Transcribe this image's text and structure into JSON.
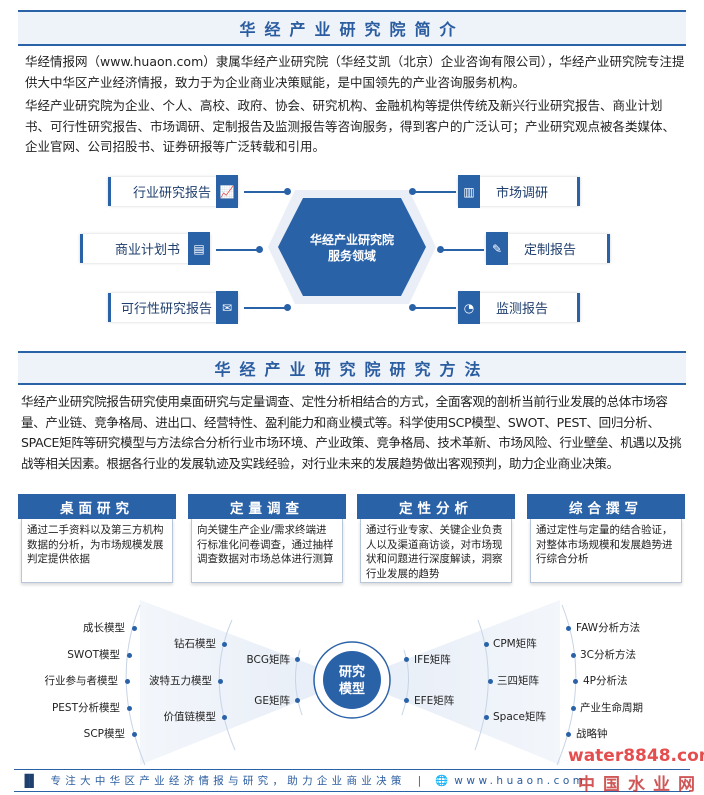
{
  "intro": {
    "title": "华经产业研究院简介",
    "paragraph1": "华经情报网（www.huaon.com）隶属华经产业研究院（华经艾凯（北京）企业咨询有限公司），华经产业研究院专注提供大中华区产业经济情报，致力于为企业商业决策赋能，是中国领先的产业咨询服务机构。",
    "paragraph2": "华经产业研究院为企业、个人、高校、政府、协会、研究机构、金融机构等提供传统及新兴行业研究报告、商业计划书、可行性研究报告、市场调研、定制报告及监测报告等咨询服务，得到客户的广泛认可；产业研究观点被各类媒体、企业官网、公司招股书、证券研报等广泛转载和引用。"
  },
  "services": {
    "center_line1": "华经产业研究院",
    "center_line2": "服务领域",
    "left": [
      {
        "label": "行业研究报告",
        "icon": "monitor-chart-icon"
      },
      {
        "label": "商业计划书",
        "icon": "plan-document-icon"
      },
      {
        "label": "可行性研究报告",
        "icon": "envelope-report-icon"
      }
    ],
    "right": [
      {
        "label": "市场调研",
        "icon": "bar-chart-icon"
      },
      {
        "label": "定制报告",
        "icon": "edit-document-icon"
      },
      {
        "label": "监测报告",
        "icon": "gauge-icon"
      }
    ]
  },
  "methods": {
    "title": "华经产业研究院研究方法",
    "paragraph": "华经产业研究院报告研究使用桌面研究与定量调查、定性分析相结合的方式，全面客观的剖析当前行业发展的总体市场容量、产业链、竞争格局、进出口、经营特性、盈利能力和商业模式等。科学使用SCP模型、SWOT、PEST、回归分析、SPACE矩阵等研究模型与方法综合分析行业市场环境、产业政策、竞争格局、技术革新、市场风险、行业壁垒、机遇以及挑战等相关因素。根据各行业的发展轨迹及实践经验，对行业未来的发展趋势做出客观预判，助力企业商业决策。",
    "boxes": [
      {
        "title": "桌面研究",
        "text": "通过二手资料以及第三方机构数据的分析，为市场规模发展判定提供依据"
      },
      {
        "title": "定量调查",
        "text": "向关键生产企业/需求终端进行标准化问卷调查，通过抽样调查数据对市场总体进行测算"
      },
      {
        "title": "定性分析",
        "text": "通过行业专家、关键企业负责人以及渠道商访谈，对市场现状和问题进行深度解读，洞察行业发展的趋势"
      },
      {
        "title": "综合撰写",
        "text": "通过定性与定量的结合验证，对整体市场规模和发展趋势进行综合分析"
      }
    ]
  },
  "models": {
    "center_line1": "研究",
    "center_line2": "模型",
    "left_outer": [
      "成长模型",
      "SWOT模型",
      "行业参与者模型",
      "PEST分析模型",
      "SCP模型"
    ],
    "left_mid": [
      "钻石模型",
      "波特五力模型",
      "价值链模型"
    ],
    "left_inner": [
      "BCG矩阵",
      "GE矩阵"
    ],
    "right_inner": [
      "IFE矩阵",
      "EFE矩阵"
    ],
    "right_mid": [
      "CPM矩阵",
      "三四矩阵",
      "Space矩阵"
    ],
    "right_outer": [
      "FAW分析方法",
      "3C分析方法",
      "4P分析法",
      "产业生命周期",
      "战略钟"
    ]
  },
  "footer": {
    "slogan": "专注大中华区产业经济情报与研究，助力企业商业决策",
    "url": "www.huaon.com"
  },
  "watermark": {
    "line1": "water8848.com",
    "line2": "中国水业网"
  },
  "colors": {
    "primary": "#2a62a8",
    "header_bg": "#eef2f9"
  }
}
